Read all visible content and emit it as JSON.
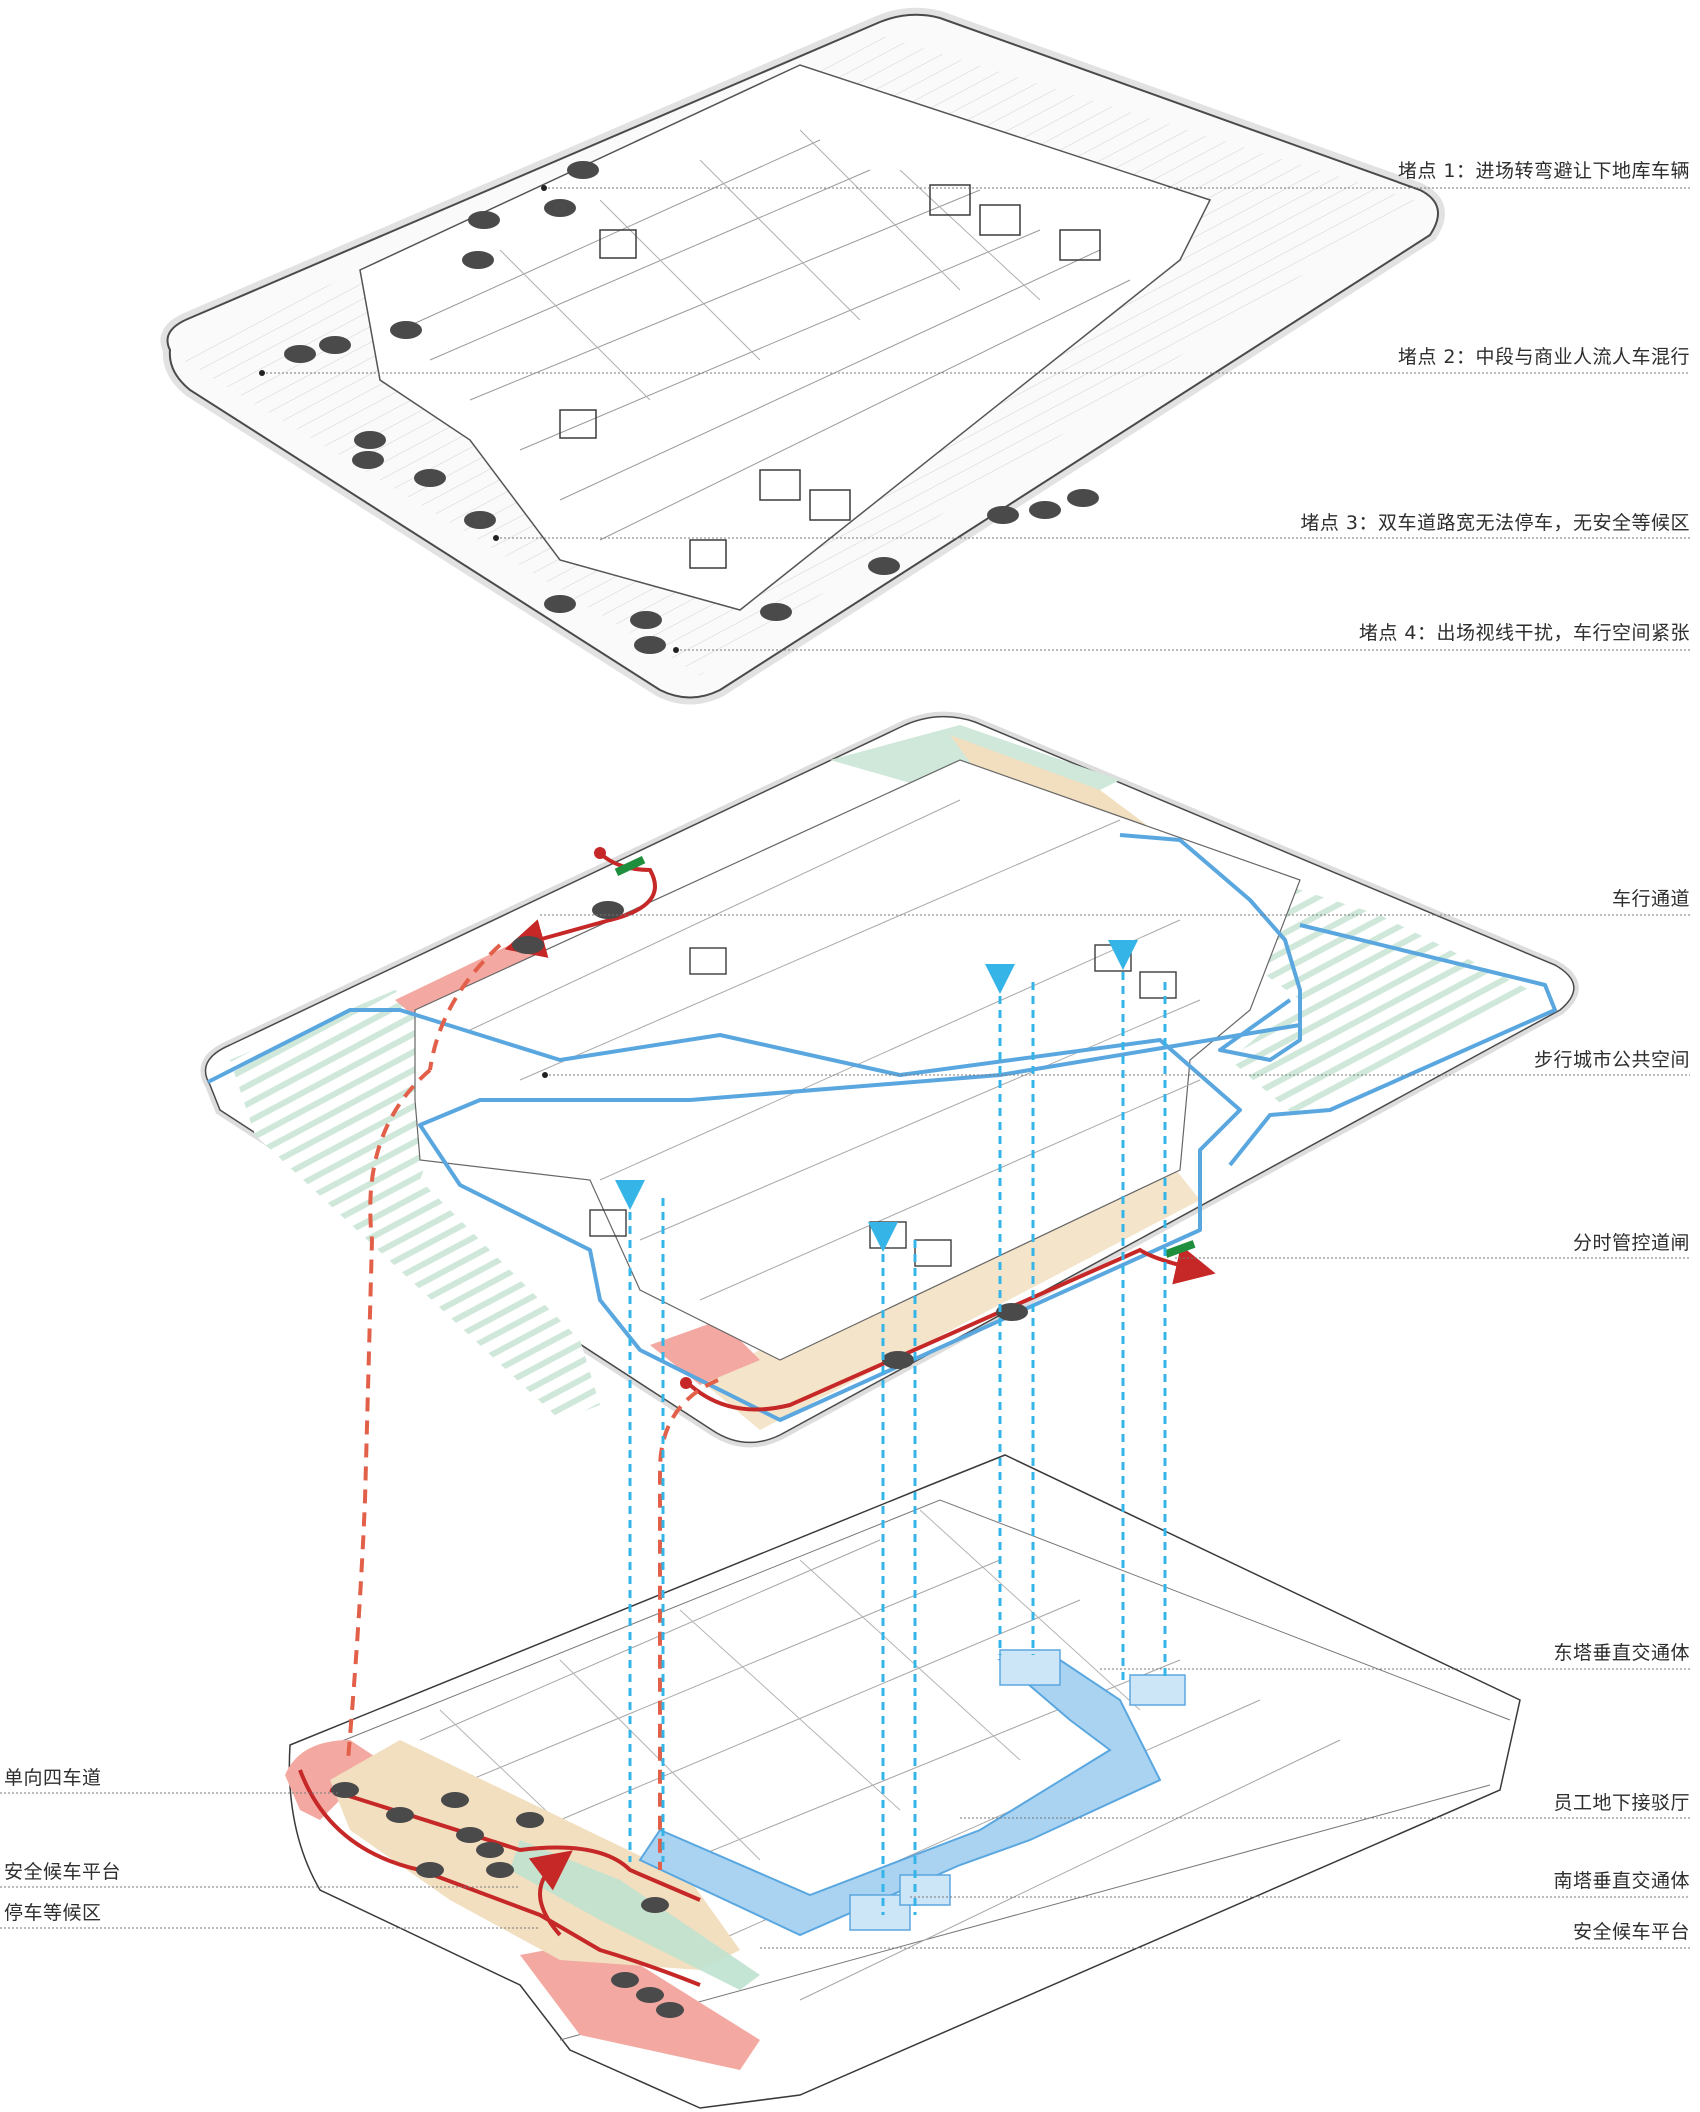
{
  "colors": {
    "vehicle_route": "#c62828",
    "vehicle_route_dashed": "#e2604a",
    "pedestrian": "#5aa7e0",
    "vertical_link": "#35b4e8",
    "red_zone": "#f3a9a1",
    "beige_zone": "#f2dfc0",
    "green_zone": "#bfe2cf",
    "outline": "#3a3a3a",
    "gate": "#1f8f3e"
  },
  "levels": [
    "existing-ground-level",
    "proposed-ground-level",
    "basement-level"
  ],
  "labels": {
    "pain1": "堵点 1：进场转弯避让下地库车辆",
    "pain2": "堵点 2：中段与商业人流人车混行",
    "pain3": "堵点 3：双车道路宽无法停车，无安全等候区",
    "pain4": "堵点 4：出场视线干扰，车行空间紧张",
    "vehicle_lane": "车行通道",
    "pedestrian_space": "步行城市公共空间",
    "timed_gate": "分时管控道闸",
    "east_tower_core": "东塔垂直交通体",
    "staff_lobby": "员工地下接驳厅",
    "south_tower_core": "南塔垂直交通体",
    "safe_platform_right": "安全候车平台",
    "one_way_lanes": "单向四车道",
    "safe_platform_left": "安全候车平台",
    "waiting_area": "停车等候区"
  }
}
